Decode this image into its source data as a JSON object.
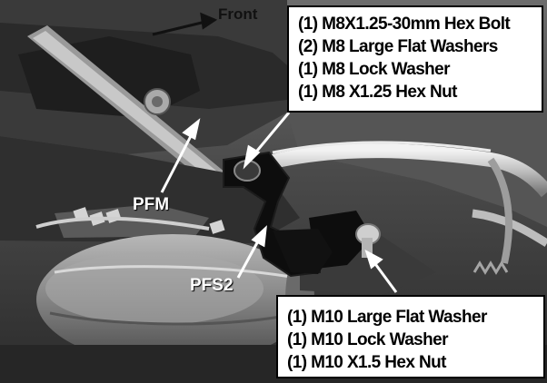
{
  "image": {
    "subject": "underside-vehicle-exhaust-bracket-photo",
    "front_label": "Front",
    "part_labels": {
      "pfm": "PFM",
      "pfs2": "PFS2"
    }
  },
  "callouts": {
    "top": {
      "lines": [
        "(1) M8X1.25-30mm Hex Bolt",
        "(2) M8 Large Flat Washers",
        "(1) M8 Lock Washer",
        "(1) M8 X1.25 Hex Nut"
      ]
    },
    "bottom": {
      "lines": [
        "(1) M10 Large Flat Washer",
        "(1) M10 Lock Washer",
        "(1) M10 X1.5 Hex Nut"
      ]
    }
  },
  "colors": {
    "label_text": "#ffffff",
    "callout_text": "#000000",
    "callout_bg": "#ffffff"
  }
}
